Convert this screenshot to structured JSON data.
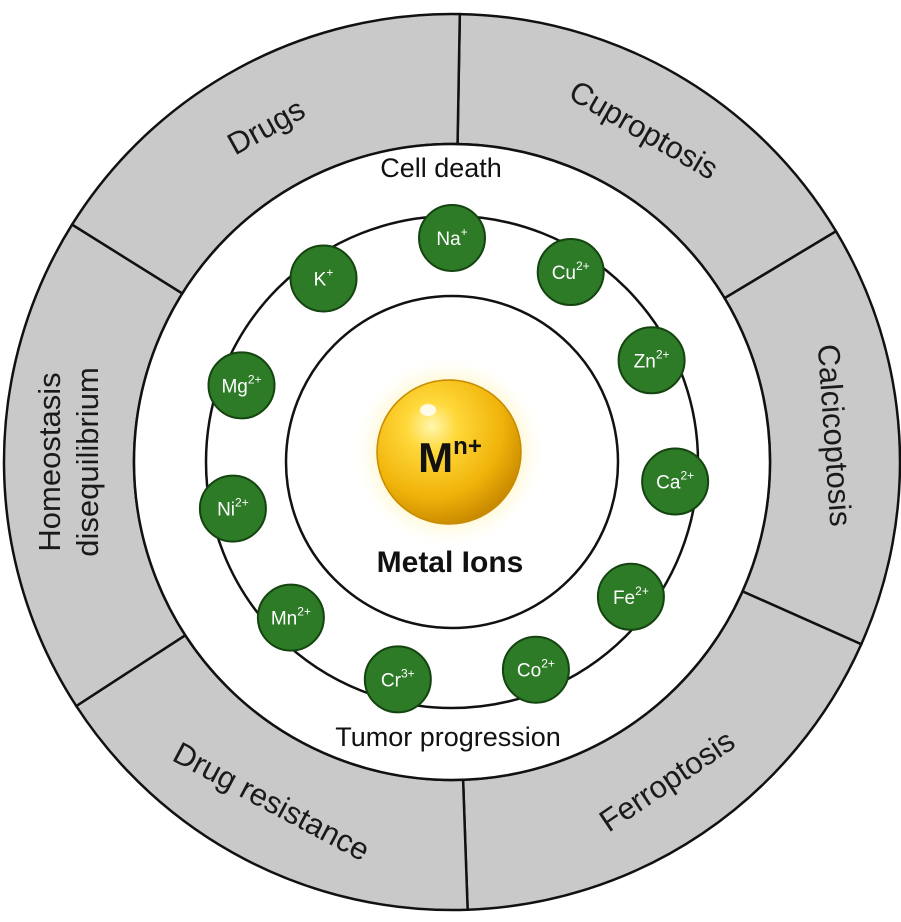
{
  "colors": {
    "outer_segment": "#c9c9c9",
    "ion_fill": "#2d7a27",
    "ion_stroke": "#14440f",
    "core_gold": "#f1b80f",
    "core_glow": "#fff0a8"
  },
  "outer_segments": [
    {
      "id": "cuproptosis",
      "lines": [
        "Cuproptosis"
      ]
    },
    {
      "id": "calcicoptosis",
      "lines": [
        "Calcicoptosis"
      ]
    },
    {
      "id": "ferroptosis",
      "lines": [
        "Ferroptosis"
      ]
    },
    {
      "id": "drug-resistance",
      "lines": [
        "Drug resistance"
      ]
    },
    {
      "id": "homeostasis-disequilibrium",
      "lines": [
        "Homeostasis",
        "disequilibrium"
      ]
    },
    {
      "id": "drugs",
      "lines": [
        "Drugs"
      ]
    }
  ],
  "inner_ring": {
    "top_label": "Cell death",
    "bottom_label": "Tumor progression"
  },
  "ions": [
    {
      "base": "Na",
      "sup": "+"
    },
    {
      "base": "Cu",
      "sup": "2+"
    },
    {
      "base": "Zn",
      "sup": "2+"
    },
    {
      "base": "Ca",
      "sup": "2+"
    },
    {
      "base": "Fe",
      "sup": "2+"
    },
    {
      "base": "Co",
      "sup": "2+"
    },
    {
      "base": "Cr",
      "sup": "3+"
    },
    {
      "base": "Mn",
      "sup": "2+"
    },
    {
      "base": "Ni",
      "sup": "2+"
    },
    {
      "base": "Mg",
      "sup": "2+"
    },
    {
      "base": "K",
      "sup": "+"
    }
  ],
  "center": {
    "symbol": "M",
    "superscript": "n+",
    "label": "Metal Ions"
  }
}
